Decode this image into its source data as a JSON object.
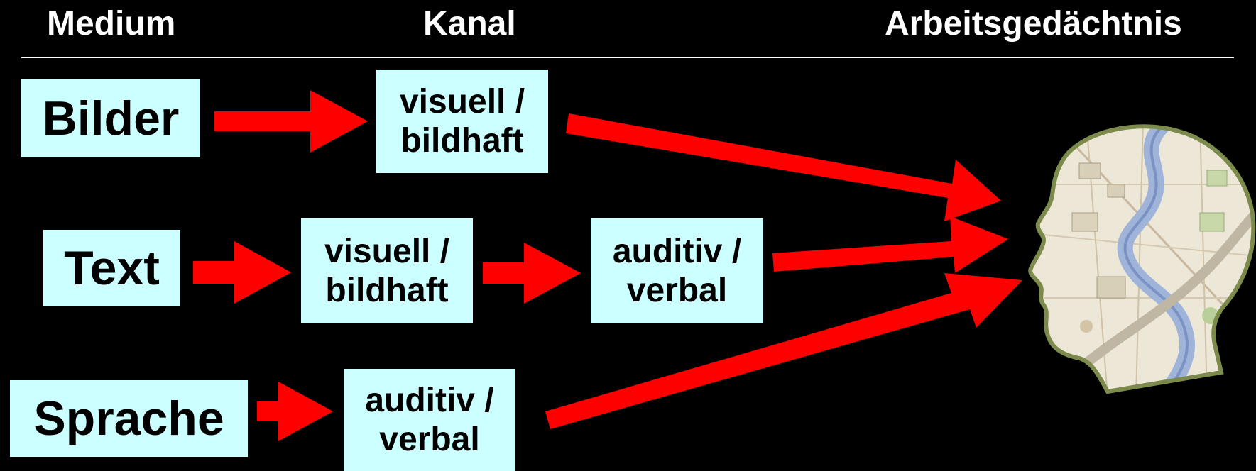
{
  "header": {
    "medium": "Medium",
    "channel": "Kanal",
    "memory": "Arbeitsgedächtnis"
  },
  "media": {
    "pictures": "Bilder",
    "text": "Text",
    "speech": "Sprache"
  },
  "channels": {
    "pictures_channel": {
      "line1": "visuell /",
      "line2": "bildhaft"
    },
    "text_channel_visual": {
      "line1": "visuell /",
      "line2": "bildhaft"
    },
    "text_channel_auditory": {
      "line1": "auditiv /",
      "line2": "verbal"
    },
    "speech_channel": {
      "line1": "auditiv /",
      "line2": "verbal"
    }
  },
  "colors": {
    "background": "#000000",
    "box_fill": "#ccffff",
    "arrow": "#ff0000",
    "text_header": "#ffffff",
    "text_box": "#000000"
  },
  "icons": {
    "head": "head-map-icon"
  }
}
